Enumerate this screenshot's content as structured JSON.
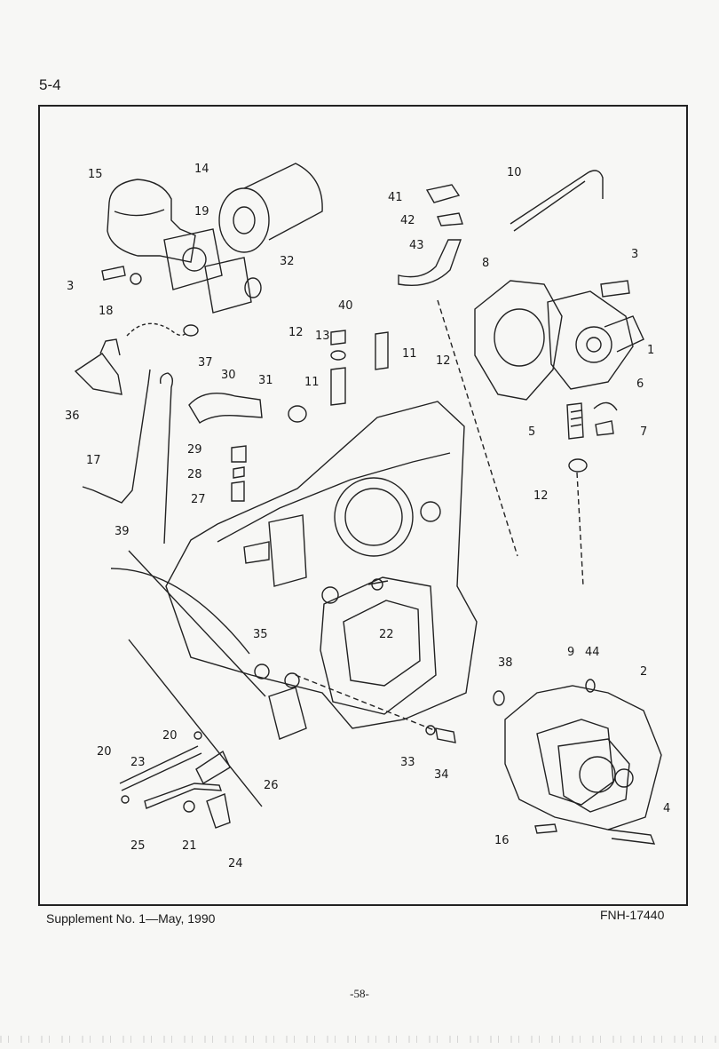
{
  "header": {
    "section": "5-4"
  },
  "diagram": {
    "callouts": [
      "1",
      "2",
      "3",
      "3",
      "4",
      "5",
      "6",
      "7",
      "8",
      "9",
      "10",
      "11",
      "11",
      "12",
      "12",
      "12",
      "13",
      "14",
      "15",
      "16",
      "17",
      "18",
      "19",
      "20",
      "20",
      "21",
      "22",
      "23",
      "24",
      "25",
      "26",
      "27",
      "28",
      "29",
      "30",
      "31",
      "32",
      "33",
      "34",
      "35",
      "36",
      "37",
      "38",
      "39",
      "40",
      "41",
      "42",
      "43",
      "44"
    ]
  },
  "footer": {
    "supplement": "Supplement No. 1—May, 1990",
    "code": "FNH-17440",
    "page": "-58-"
  }
}
